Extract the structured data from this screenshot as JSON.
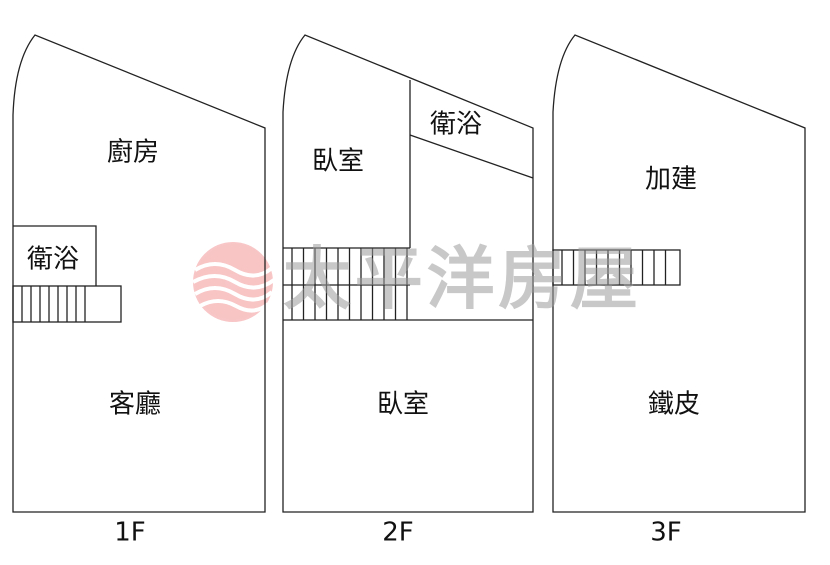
{
  "floors": [
    {
      "label": "1F",
      "rooms": [
        "廚房",
        "衛浴",
        "客廳"
      ]
    },
    {
      "label": "2F",
      "rooms": [
        "臥室",
        "衛浴",
        "臥室"
      ]
    },
    {
      "label": "3F",
      "rooms": [
        "加建",
        "鐵皮"
      ]
    }
  ],
  "watermark": {
    "text": "太平洋房屋",
    "text_color": "#9a9a9a",
    "logo_color": "#f08080"
  }
}
